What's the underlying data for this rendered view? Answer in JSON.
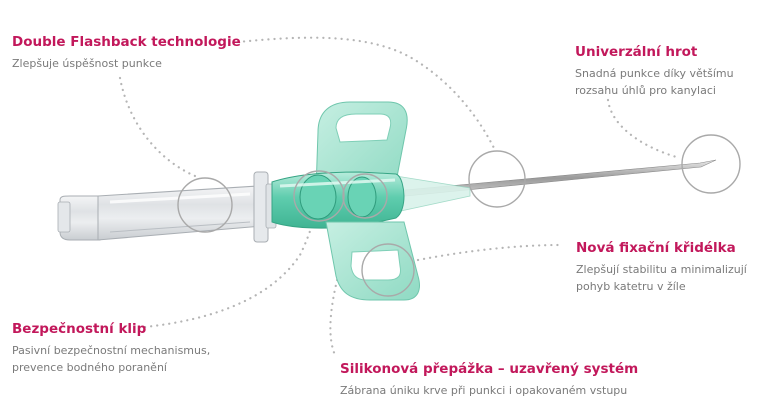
{
  "colors": {
    "accent": "#c2185b",
    "description": "#7a7a7a",
    "dots": "#b5b5b5",
    "hub_green": "#7fd6bd",
    "wing_green": "#a8e3d2"
  },
  "callouts": {
    "double_flashback": {
      "title": "Double Flashback technologie",
      "lines": [
        "Zlepšuje úspěšnost punkce"
      ]
    },
    "universal_tip": {
      "title": "Univerzální hrot",
      "lines": [
        "Snadná punkce díky většímu",
        "rozsahu úhlů pro kanylaci"
      ]
    },
    "fixation_wings": {
      "title": "Nová fixační křidélka",
      "lines": [
        "Zlepšují stabilitu a minimalizují",
        "pohyb katetru v žíle"
      ]
    },
    "safety_clip": {
      "title": "Bezpečnostní klip",
      "lines": [
        "Pasivní bezpečnostní mechanismus,",
        "prevence bodného poranění"
      ]
    },
    "silicone_septum": {
      "title": "Silikonová přepážka – uzavřený systém",
      "lines": [
        "Zábrana úniku krve při punkci i opakovaném vstupu"
      ]
    }
  },
  "icons": {
    "device": "iv-cannula-illustration"
  }
}
